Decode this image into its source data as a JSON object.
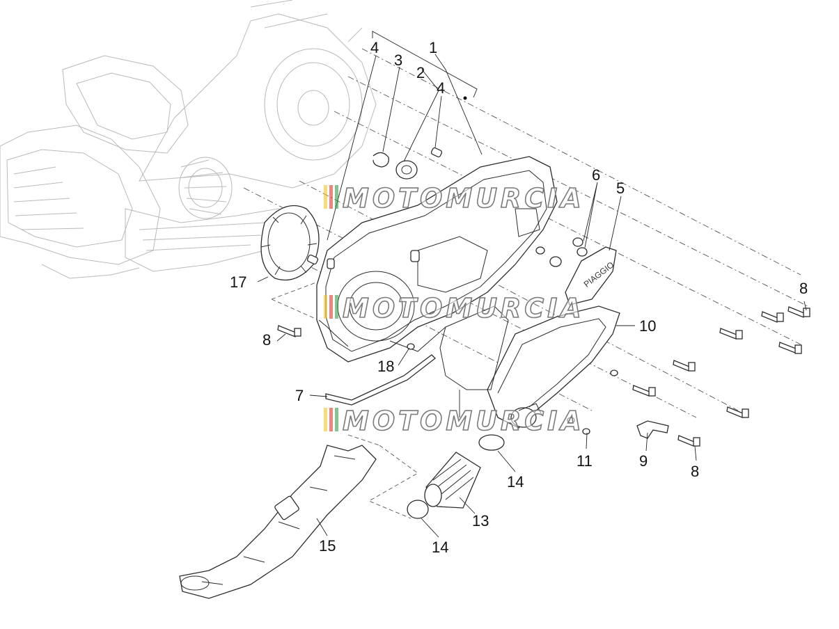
{
  "watermark": {
    "text": "MOTOMURCIA",
    "stripe_colors": [
      "#f2c41c",
      "#e6332a",
      "#2f9e44"
    ]
  },
  "cover_emblem_text": "PIAGGIO",
  "callouts": [
    {
      "id": "c1",
      "text": "1"
    },
    {
      "id": "c2",
      "text": "2"
    },
    {
      "id": "c3",
      "text": "3"
    },
    {
      "id": "c4a",
      "text": "4"
    },
    {
      "id": "c4b",
      "text": "4"
    },
    {
      "id": "c5",
      "text": "5"
    },
    {
      "id": "c6",
      "text": "6"
    },
    {
      "id": "c7",
      "text": "7"
    },
    {
      "id": "c8a",
      "text": "8"
    },
    {
      "id": "c8b",
      "text": "8"
    },
    {
      "id": "c8c",
      "text": "8"
    },
    {
      "id": "c9",
      "text": "9"
    },
    {
      "id": "c10",
      "text": "10"
    },
    {
      "id": "c11",
      "text": "11"
    },
    {
      "id": "c13",
      "text": "13"
    },
    {
      "id": "c14a",
      "text": "14"
    },
    {
      "id": "c14b",
      "text": "14"
    },
    {
      "id": "c15",
      "text": "15"
    },
    {
      "id": "c17",
      "text": "17"
    },
    {
      "id": "c18",
      "text": "18"
    }
  ]
}
